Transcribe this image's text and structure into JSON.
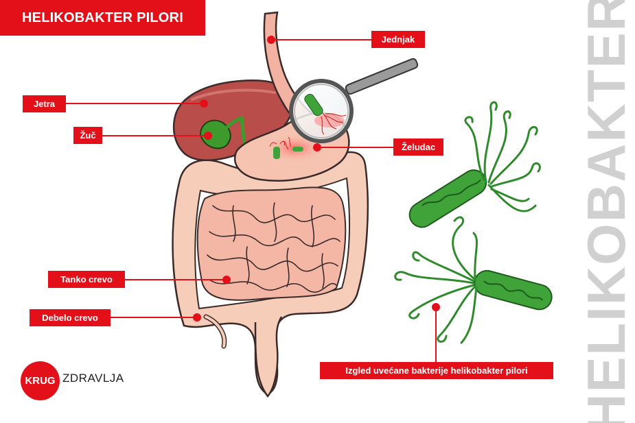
{
  "title": "HELIKOBAKTER PILORI",
  "vertical_title": "HELIKOBAKTER",
  "labels": {
    "esophagus": "Jednjak",
    "liver": "Jetra",
    "gallbladder": "Žuč",
    "stomach": "Želudac",
    "small_intestine": "Tanko crevo",
    "large_intestine": "Debelo crevo",
    "bacteria": "Izgled uvećane bakterije helikobakter pilori"
  },
  "logo": {
    "circle_text": "KRUG",
    "side_text": "ZDRAVLJA"
  },
  "colors": {
    "accent": "#e3101a",
    "liver": "#b84a4a",
    "gallbladder": "#3a9a2a",
    "bacteria": "#3fa33a",
    "intestine": "#f4c4b2",
    "esophagus": "#f2b5a5"
  }
}
